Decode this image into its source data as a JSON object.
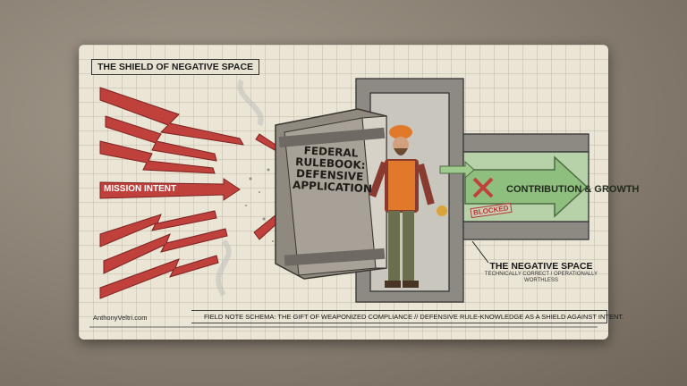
{
  "title": "THE SHIELD OF NEGATIVE SPACE",
  "mission_label": "MISSION INTENT",
  "book_label": "FEDERAL RULEBOOK: DEFENSIVE APPLICATION",
  "contribution_label": "CONTRIBUTION & GROWTH",
  "blocked_stamp": "BLOCKED",
  "negative_space": {
    "heading": "THE NEGATIVE SPACE",
    "subtitle": "TECHNICALLY CORRECT / OPERATIONALLY WORTHLESS"
  },
  "website": "AnthonyVeltri.com",
  "footer": "FIELD NOTE SCHEMA: THE GIFT OF WEAPONIZED COMPLIANCE // DEFENSIVE RULE-KNOWLEDGE AS A SHIELD AGAINST INTENT.",
  "colors": {
    "arrow_red": "#c0403c",
    "growth_green": "#8fbf7f",
    "paper": "#ebe5d5",
    "vest_orange": "#e07a2a"
  }
}
